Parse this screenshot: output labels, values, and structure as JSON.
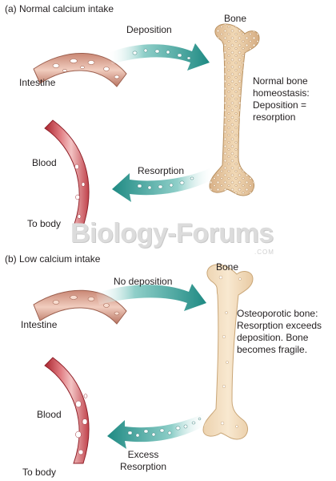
{
  "panel_a": {
    "title": "(a) Normal calcium intake",
    "intestine_label": "Intestine",
    "blood_label": "Blood",
    "to_body_label": "To body",
    "bone_label": "Bone",
    "deposition_label": "Deposition",
    "resorption_label": "Resorption",
    "note": "Normal bone\nhomeostasis:\nDeposition =\nresorption"
  },
  "panel_b": {
    "title": "(b) Low calcium intake",
    "intestine_label": "Intestine",
    "blood_label": "Blood",
    "to_body_label": "To body",
    "bone_label": "Bone",
    "deposition_label": "No deposition",
    "resorption_label": "Excess\nResorption",
    "note": "Osteoporotic bone:\nResorption exceeds\ndeposition. Bone\nbecomes fragile."
  },
  "watermark": {
    "text": "Biology-Forums",
    "sub": ".COM"
  },
  "colors": {
    "arrow_teal": "#1f8a83",
    "intestine": "#e3ae9c",
    "blood_vessel": "#c9404a",
    "bone_normal": "#e8c9a0",
    "bone_fragile": "#f3dcbc"
  }
}
